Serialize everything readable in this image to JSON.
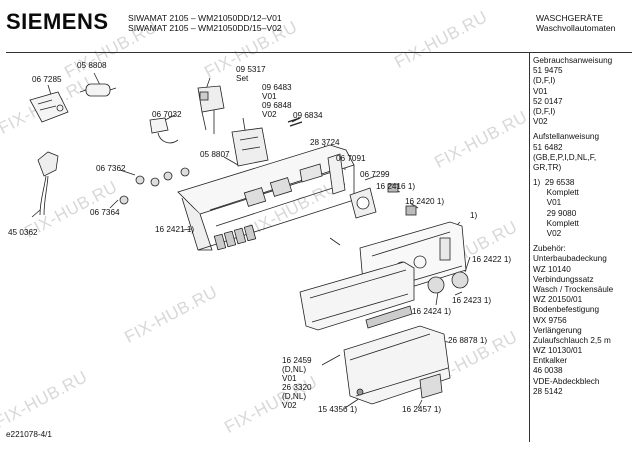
{
  "header": {
    "brand": "SIEMENS",
    "model_line1": "SIWAMAT 2105 – WM21050DD/12–V01",
    "model_line2": "SIWAMAT 2105 – WM21050DD/15–V02",
    "category_line1": "WASCHGERÄTE",
    "category_line2": "Waschvollautomaten"
  },
  "watermark": "FIX-HUB.RU",
  "part_labels": {
    "p067285": "06 7285",
    "p058808": "05 8808",
    "p095317": "09 5317",
    "p095317_set": "Set",
    "p096483": "09 6483",
    "p096483_v01": "V01",
    "p096848": "09 6848",
    "p096848_v02": "V02",
    "p067032": "06 7032",
    "p096834": "09 6834",
    "p283724": "28 3724",
    "p058807": "05 8807",
    "p067091": "06 7091",
    "p067362": "06 7362",
    "p067299": "06 7299",
    "p162416": "16 2416 1)",
    "p162420": "16 2420 1)",
    "p_note1": "1)",
    "p067364": "06 7364",
    "p162421": "16 2421 1)",
    "p450362": "45 0362",
    "p162422": "16 2422 1)",
    "p162423": "16 2423 1)",
    "p162424": "16 2424 1)",
    "p268878": "26 8878 1)",
    "p162459": "16 2459",
    "p162459_dnl": "(D,NL)",
    "p162459_v01": "V01",
    "p263320": "26 3320",
    "p263320_dnl": "(D,NL)",
    "p263320_v02": "V02",
    "p154356": "15 4356 1)",
    "p162457": "16 2457 1)"
  },
  "sidebar": {
    "lines": [
      "Gebrauchsanweisung",
      "51 9475",
      "(D,F,I)",
      "V01",
      "52 0147",
      "(D,F,I)",
      "V02",
      "",
      "Aufstellanweisung",
      "51 6482",
      "(GB,E,P,I,D,NL,F,",
      "GR,TR)",
      "",
      "1)  29 6538",
      "      Komplett",
      "      V01",
      "      29 9080",
      "      Komplett",
      "      V02",
      "",
      "Zubehör:",
      "Unterbaubadeckung",
      "WZ 10140",
      "Verbindungssatz",
      "Wasch / Trockensäule",
      "WZ 20150/01",
      "Bodenbefestigung",
      "WX 9756",
      "Verlängerung",
      "Zulaufschlauch 2,5 m",
      "WZ 10130/01",
      "Entkalker",
      "46 0038",
      "VDE-Abdeckblech",
      "28 5142"
    ]
  },
  "footer": {
    "code": "e221078-4/1"
  }
}
